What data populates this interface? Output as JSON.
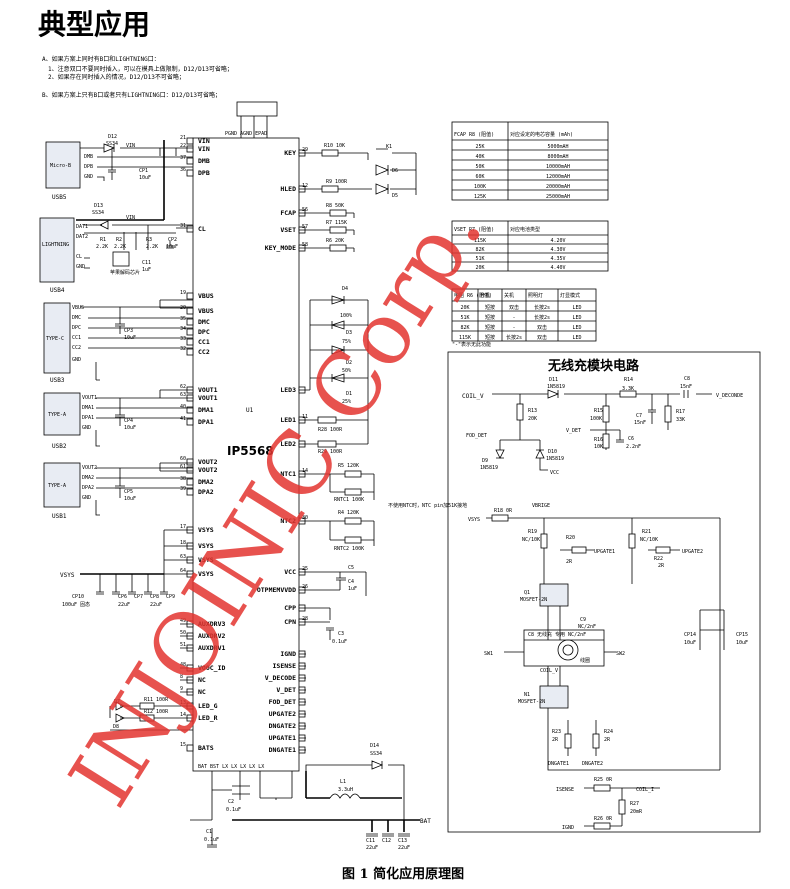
{
  "title": "典型应用",
  "notes": {
    "a": "A、如果方案上同时有B口和LIGHTNING口：",
    "a1": "1、注意双口不要同时插入，可以在模具上做限制，D12/D13可省略；",
    "a2": "2、如果存在同时插入的情况，D12/D13不可省略；",
    "b": "B、如果方案上只有B口或者只有LIGHTNING口：D12/D13可省略；"
  },
  "chip": {
    "name": "IP5568",
    "ref": "U1",
    "top_pins": "PGND AGND EPAD",
    "bottom_pins": "BAT BST LX LX LX LX LX"
  },
  "left_pins": [
    {
      "num": "21",
      "name": "VIN"
    },
    {
      "num": "22",
      "name": "VIN"
    },
    {
      "num": "37",
      "name": "DMB"
    },
    {
      "num": "36",
      "name": "DPB"
    },
    {
      "num": "31",
      "name": "CL"
    },
    {
      "num": "19",
      "name": "VBUS"
    },
    {
      "num": "20",
      "name": "VBUS"
    },
    {
      "num": "35",
      "name": "DMC"
    },
    {
      "num": "34",
      "name": "DPC"
    },
    {
      "num": "33",
      "name": "CC1"
    },
    {
      "num": "32",
      "name": "CC2"
    },
    {
      "num": "62",
      "name": "VOUT1"
    },
    {
      "num": "63",
      "name": "VOUT1"
    },
    {
      "num": "40",
      "name": "DMA1"
    },
    {
      "num": "41",
      "name": "DPA1"
    },
    {
      "num": "60",
      "name": "VOUT2"
    },
    {
      "num": "61",
      "name": "VOUT2"
    },
    {
      "num": "38",
      "name": "DMA2"
    },
    {
      "num": "39",
      "name": "DPA2"
    },
    {
      "num": "17",
      "name": "VSYS"
    },
    {
      "num": "18",
      "name": "VSYS"
    },
    {
      "num": "63",
      "name": "VSYS"
    },
    {
      "num": "64",
      "name": "VSYS"
    },
    {
      "num": "49",
      "name": "AUXDRV3"
    },
    {
      "num": "50",
      "name": "AUXDRV2"
    },
    {
      "num": "51",
      "name": "AUXDRV1"
    },
    {
      "num": "48",
      "name": "VOOC_ID"
    },
    {
      "num": "8",
      "name": "NC"
    },
    {
      "num": "9",
      "name": "NC"
    },
    {
      "num": "13",
      "name": "LED_G"
    },
    {
      "num": "14",
      "name": "LED_R"
    },
    {
      "num": "15",
      "name": "BATS"
    }
  ],
  "right_pins": [
    {
      "num": "29",
      "name": "KEY"
    },
    {
      "num": "12",
      "name": "HLED"
    },
    {
      "num": "56",
      "name": "FCAP"
    },
    {
      "num": "57",
      "name": "VSET"
    },
    {
      "num": "58",
      "name": "KEY_MODE"
    },
    {
      "num": "",
      "name": "LED3"
    },
    {
      "num": "11",
      "name": "LED1"
    },
    {
      "num": "",
      "name": "LED2"
    },
    {
      "num": "14",
      "name": "NTC1"
    },
    {
      "num": "30",
      "name": "NTC2"
    },
    {
      "num": "25",
      "name": "VCC"
    },
    {
      "num": "26",
      "name": "OTPMEMVVDD"
    },
    {
      "num": "",
      "name": "CPP"
    },
    {
      "num": "28",
      "name": "CPN"
    },
    {
      "num": "",
      "name": "IGND"
    },
    {
      "num": "",
      "name": "ISENSE"
    },
    {
      "num": "",
      "name": "V_DECODE"
    },
    {
      "num": "",
      "name": "V_DET"
    },
    {
      "num": "",
      "name": "FOD_DET"
    },
    {
      "num": "",
      "name": "UPGATE2"
    },
    {
      "num": "",
      "name": "DNGATE2"
    },
    {
      "num": "",
      "name": "UPGATE1"
    },
    {
      "num": "",
      "name": "DNGATE1"
    }
  ],
  "ports": {
    "usb5": {
      "name": "Micro-B",
      "label": "USB5",
      "pins": [
        "DMB",
        "DPB",
        "GND"
      ]
    },
    "usb4": {
      "name": "LIGHTNING",
      "label": "USB4",
      "pins": [
        "DAT1",
        "DAT2",
        "CL",
        "GND"
      ]
    },
    "usb3": {
      "name": "TYPE-C",
      "label": "USB3",
      "pins": [
        "VBUS",
        "DMC",
        "DPC",
        "CC1",
        "CC2",
        "GND"
      ]
    },
    "usb2": {
      "name": "TYPE-A",
      "label": "USB2",
      "pins": [
        "VOUT1",
        "DMA1",
        "DPA1",
        "GND"
      ]
    },
    "usb1": {
      "name": "TYPE-A",
      "label": "USB1",
      "pins": [
        "VOUT2",
        "DMA2",
        "DPA2",
        "GND"
      ]
    }
  },
  "parts": {
    "d12": "D12",
    "d12v": "SS34",
    "d13": "D13",
    "d13v": "SS34",
    "cp1": "CP1",
    "cp1v": "10uF",
    "cp2": "CP2",
    "cp2v": "10uF",
    "r1": "R1",
    "r1v": "2.2K",
    "r2": "R2",
    "r2v": "2.2K",
    "r3": "R3",
    "r3v": "2.2K",
    "c11": "C11",
    "c11v": "1uF",
    "cp3": "CP3",
    "cp3v": "10uF",
    "cp4": "CP4",
    "cp4v": "10uF",
    "cp5": "CP5",
    "cp5v": "10uF",
    "cp10": "CP10",
    "cp10v": "100uF 固态",
    "cp6": "CP6",
    "cp7": "CP7",
    "cp8": "CP8",
    "cp9": "CP9",
    "cpv22": "22uF",
    "d7": "D7",
    "d8": "D8",
    "r11": "R11 100R",
    "r12": "R12 100R",
    "c1": "C1",
    "c1v": "0.1uF",
    "c2": "C2",
    "c2v": "0.1uF",
    "l1": "L1",
    "l1v": "3.3uH",
    "d14": "D14",
    "d14v": "SS34",
    "c11b": "C11",
    "c12": "C12",
    "c13": "C13",
    "c22v": "22uF",
    "r10": "R10 10K",
    "k1": "K1",
    "d6": "D6",
    "r9": "R9 100R",
    "d5": "D5",
    "r8": "R8 50K",
    "r7": "R7 115K",
    "r6": "R6 20K",
    "d4": "D4",
    "d4p": "100%",
    "d3": "D3",
    "d3p": "75%",
    "d2": "D2",
    "d2p": "50%",
    "d1": "D1",
    "d1p": "25%",
    "r28": "R28 100R",
    "r29": "R29 100R",
    "r5": "R5 120K",
    "ntc1": "RNTC1 100K",
    "r4": "R4 120K",
    "ntc2": "RNTC2 100K",
    "ntc_note": "不使用NTC时，NTC pin加51K接地",
    "c5": "C5",
    "c4": "C4",
    "c4v": "1uF",
    "c3": "C3",
    "c3v": "0.1uF",
    "lightning_chip": "苹果解码芯片",
    "bat": "BAT",
    "vsys": "VSYS"
  },
  "fcap_table": {
    "headers": [
      "FCAP R8 (阻值)",
      "对应设定的电芯容量 (mAh)"
    ],
    "rows": [
      [
        "25K",
        "5000mAH"
      ],
      [
        "40K",
        "8000mAH"
      ],
      [
        "50K",
        "10000mAH"
      ],
      [
        "60K",
        "12000mAH"
      ],
      [
        "100K",
        "20000mAH"
      ],
      [
        "125K",
        "25000mAH"
      ]
    ]
  },
  "vset_table": {
    "headers": [
      "VSET R7 (阻值)",
      "对应电池类型"
    ],
    "rows": [
      [
        "115K",
        "4.20V"
      ],
      [
        "82K",
        "4.30V"
      ],
      [
        "51K",
        "4.35V"
      ],
      [
        "20K",
        "4.40V"
      ]
    ]
  },
  "key_table": {
    "headers": [
      "电阻 R6 (阻值)",
      "开机",
      "关机",
      "照明灯",
      "灯显模式"
    ],
    "rows": [
      [
        "20K",
        "短按",
        "双击",
        "长按2s",
        "LED"
      ],
      [
        "51K",
        "短按",
        "-",
        "长按2s",
        "LED"
      ],
      [
        "82K",
        "短按",
        "-",
        "双击",
        "LED"
      ],
      [
        "115K",
        "短按",
        "长按2s",
        "双击",
        "LED"
      ]
    ],
    "note": "\"-\"表示无此功能"
  },
  "wireless": {
    "title": "无线充模块电路",
    "coil_v": "COIL_V",
    "v_decode": "V_DECONDE",
    "fod_det": "FOD_DET",
    "v_det": "V_DET",
    "vcc": "VCC",
    "d11": "D11",
    "d11v": "1N5819",
    "d9": "D9",
    "d9v": "1N5819",
    "d10": "D10",
    "d10v": "1N5819",
    "r13": "R13",
    "r13v": "20K",
    "r14": "R14",
    "r14v": "3.3K",
    "r15": "R15",
    "r15v": "100K",
    "r16": "R16",
    "r16v": "10K",
    "r17": "R17",
    "r17v": "33K",
    "c6": "C6",
    "c6v": "2.2nF",
    "c7": "C7",
    "c7v": "15nF",
    "c8": "C8",
    "c8v": "15nF",
    "vsys": "VSYS",
    "r18": "R18 0R",
    "vbridge": "VBRIGE",
    "r19": "R19",
    "r19v": "NC/10K",
    "r20": "R20",
    "r20v": "2R",
    "r21": "R21",
    "r21v": "NC/10K",
    "r22": "R22",
    "r22v": "2R",
    "upgate1": "UPGATE1",
    "upgate2": "UPGATE2",
    "dngate1": "DNGATE1",
    "dngate2": "DNGATE2",
    "q1": "Q1",
    "q1v": "MOSFET-2N",
    "n1": "N1",
    "n1v": "MOSFET-2N",
    "cap": "C8 无线充 专用 NC/2nF",
    "c9": "C9",
    "c9v": "NC/2nF",
    "l_coil": "线圈",
    "sw1": "SW1",
    "sw2": "SW2",
    "cp14": "CP14",
    "cp14v": "10uF",
    "cp15": "CP15",
    "cp15v": "10uF",
    "r23": "R23",
    "r23v": "2R",
    "r24": "R24",
    "r24v": "2R",
    "isense": "ISENSE",
    "igndlabel": "IGND",
    "coil_i": "COIL_I",
    "r25": "R25 0R",
    "r26": "R26 0R",
    "r27": "R27",
    "r27v": "20mR"
  },
  "caption": "图 1 简化应用原理图",
  "watermark": "INJOINIC Corp.",
  "colors": {
    "watermark": "#e3342f",
    "chip_fill": "#ffffff"
  }
}
